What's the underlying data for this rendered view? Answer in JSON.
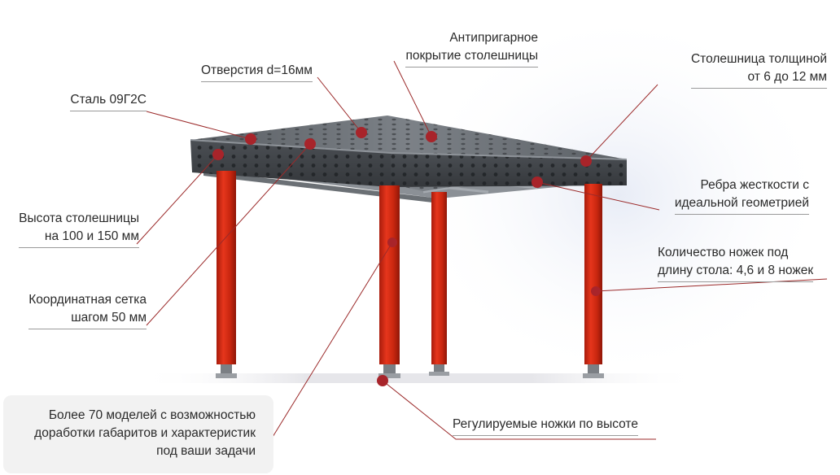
{
  "annotations": {
    "steel": "Сталь 09Г2С",
    "holes": "Отверстия d=16мм",
    "coating_line1": "Антипригарное",
    "coating_line2": "покрытие столешницы",
    "thickness_line1": "Столешница толщиной",
    "thickness_line2": "от 6 до 12 мм",
    "ribs_line1": "Ребра жесткости с",
    "ribs_line2": "идеальной геометрией",
    "height_line1": "Высота столешницы",
    "height_line2": "на 100 и 150 мм",
    "legs_line1": "Количество ножек под",
    "legs_line2": "длину стола: 4,6 и 8 ножек",
    "grid_line1": "Координатная сетка",
    "grid_line2": "шагом 50 мм",
    "adjust": "Регулируемые ножки по высоте",
    "models_line1": "Более 70 моделей с возможностью",
    "models_line2": "доработки габаритов и характеристик",
    "models_line3": "под ваши задачи"
  },
  "colors": {
    "leg": "#d42a12",
    "marker": "#a8242a",
    "leader": "#9b2a2a",
    "top": "#4a4e52"
  }
}
